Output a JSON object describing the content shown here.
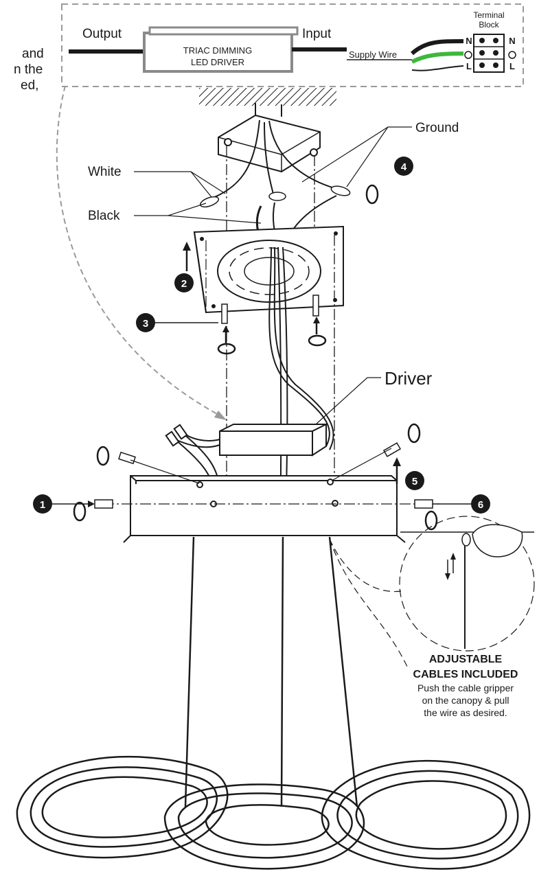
{
  "left_text": [
    "and",
    "n the",
    "ed,"
  ],
  "inset": {
    "output_label": "Output",
    "input_label": "Input",
    "driver_label_1": "TRIAC DIMMING",
    "driver_label_2": "LED DRIVER",
    "supply_wire_label": "Supply Wire",
    "terminal_label_1": "Terminal",
    "terminal_label_2": "Block",
    "terminal_letters": [
      "N",
      "L"
    ]
  },
  "labels": {
    "ground": "Ground",
    "white": "White",
    "black": "Black",
    "driver": "Driver"
  },
  "steps": [
    "1",
    "2",
    "3",
    "4",
    "5",
    "6"
  ],
  "note": {
    "title_1": "ADJUSTABLE",
    "title_2": "CABLES INCLUDED",
    "line_1": "Push the cable gripper",
    "line_2": "on the canopy & pull",
    "line_3": "the wire as desired."
  },
  "colors": {
    "line": "#1a1a1a",
    "ground_wire": "#3cb83c",
    "dash_border": "#9a9a9a"
  }
}
